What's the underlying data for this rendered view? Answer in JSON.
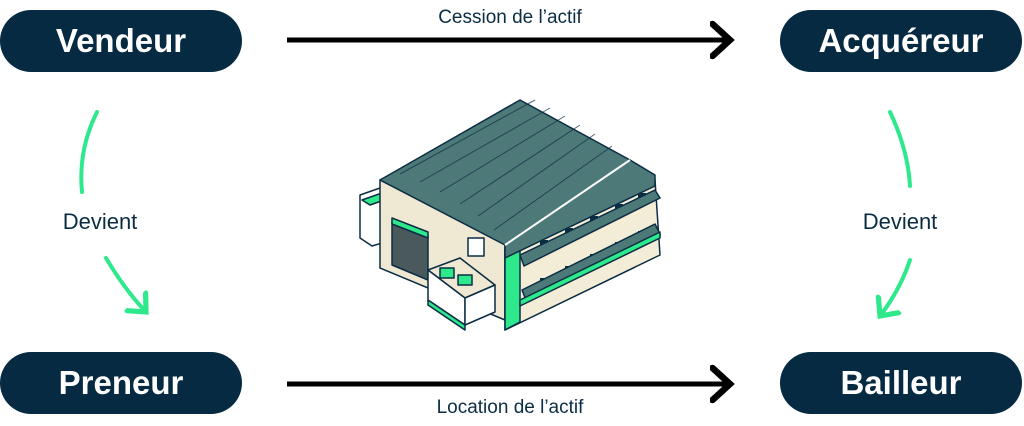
{
  "parties": {
    "seller": "Vendeur",
    "buyer": "Acquéreur",
    "lessee": "Preneur",
    "lessor": "Bailleur"
  },
  "arrows": {
    "top": "Cession de l’actif",
    "bottom": "Location de l’actif",
    "left": "Devient",
    "right": "Devient"
  },
  "colors": {
    "pill": "#052a42",
    "accent": "#2ee88c",
    "roof": "#4d7a79"
  }
}
